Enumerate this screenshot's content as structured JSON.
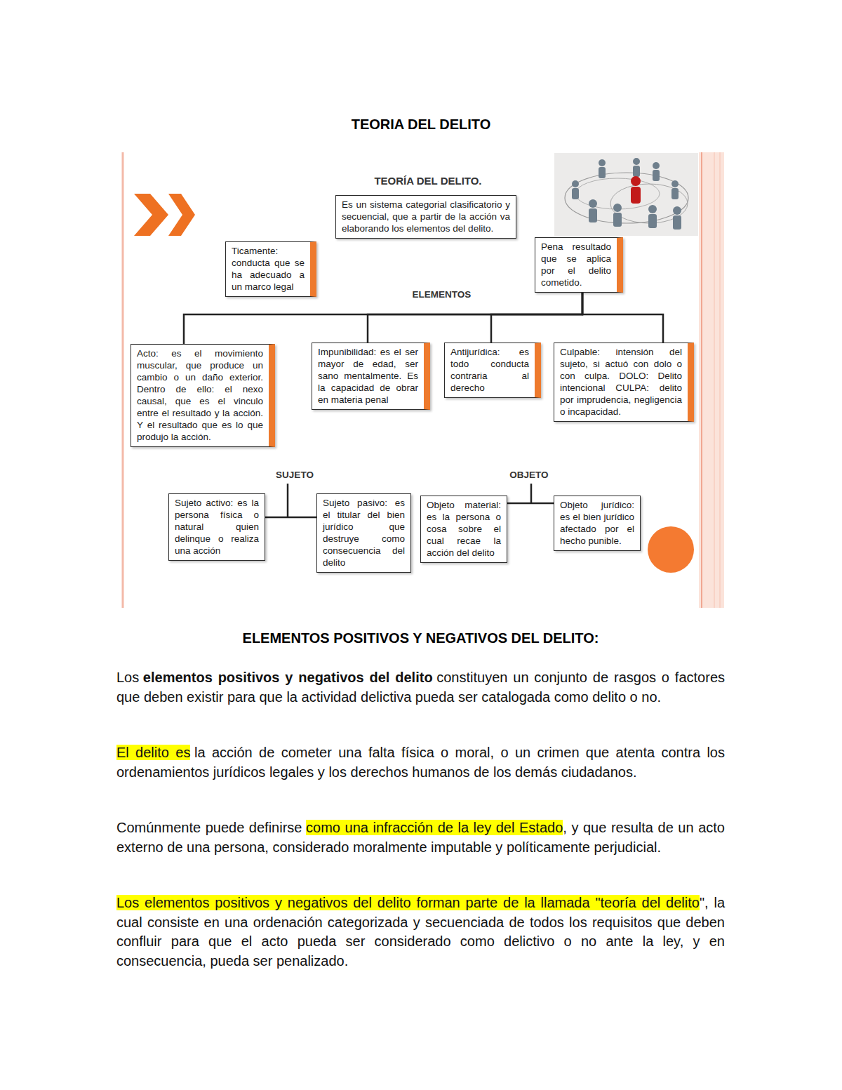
{
  "diagram": {
    "title": "TEORIA DEL DELITO",
    "nodes": [
      {
        "text": [
          "Es un sistema categorial clasificatorio y secuencial, que a partir de la acción va elaborando los elementos del delito."
        ]
      },
      {
        "text": [
          "Ticamente: conducta que se ha adecuado a un marco legal"
        ]
      },
      {
        "text": [
          "Pena resultado que se aplica por el delito cometido."
        ]
      },
      {
        "text": [
          "Acto: es el movimiento muscular, que produce un cambio o un daño exterior. Dentro de ello: el nexo causal, que es el vinculo entre el resultado y la acción. Y el resultado que es lo que produjo la acción."
        ]
      },
      {
        "text": [
          "Impunibilidad: es el ser mayor de edad, ser sano mentalmente. Es la capacidad de obrar en materia penal"
        ]
      },
      {
        "text": [
          "Antijurídica: es todo conducta contraria al derecho"
        ]
      },
      {
        "text": [
          "Culpable: intensión del sujeto, si actuó con dolo o con culpa. DOLO: Delito intencional CULPA: delito por imprudencia, negligencia o incapacidad."
        ]
      },
      {
        "text": [
          "Sujeto activo: es la persona física o natural quien delinque o realiza una acción"
        ]
      },
      {
        "text": [
          "Sujeto pasivo: es el titular del bien jurídico que destruye como consecuencia del delito"
        ]
      },
      {
        "text": [
          "Objeto material: es la persona o cosa sobre el cual recae la acción del delito"
        ]
      },
      {
        "text": [
          "Objeto jurídico: es el bien jurídico afectado por el hecho punible."
        ]
      }
    ],
    "edges": [
      {
        "from": 2,
        "to": 3,
        "arrow": "none"
      },
      {
        "from": 2,
        "to": 4,
        "arrow": "none"
      },
      {
        "from": 2,
        "to": 5,
        "arrow": "none"
      },
      {
        "from": 2,
        "to": 6,
        "arrow": "none"
      },
      {
        "from": 7,
        "to": 8,
        "arrow": "none"
      },
      {
        "from": 9,
        "to": 10,
        "arrow": "none"
      }
    ],
    "labels": [
      "TEORÍA DEL DELITO.",
      "ELEMENTOS",
      "SUJETO",
      "OBJETO",
      "ELEMENTOS POSITIVOS Y NEGATIVOS DEL DELITO:",
      "Los",
      "elementos positivos y negativos del delito",
      "constituyen un conjunto de rasgos o factores que deben existir para que la actividad delictiva pueda ser catalogada como delito o no.",
      "El delito es",
      "la acción de cometer una falta física o moral, o un crimen que atenta contra los ordenamientos jurídicos legales y los derechos humanos de los demás ciudadanos.",
      "Comúnmente puede definirse",
      "como una infracción de la ley del Estado",
      ", y que resulta de un acto externo de una persona, considerado moralmente imputable y políticamente perjudicial.",
      "Los elementos positivos y negativos del delito forman parte de la llamada \"teoría del delito",
      "\", la cual consiste en una ordenación categorizada y secuenciada de todos los requisitos que deben confluir para que el acto pueda ser considerado como delictivo o no ante la ley, y en consecuencia, pueda ser penalizado."
    ]
  }
}
